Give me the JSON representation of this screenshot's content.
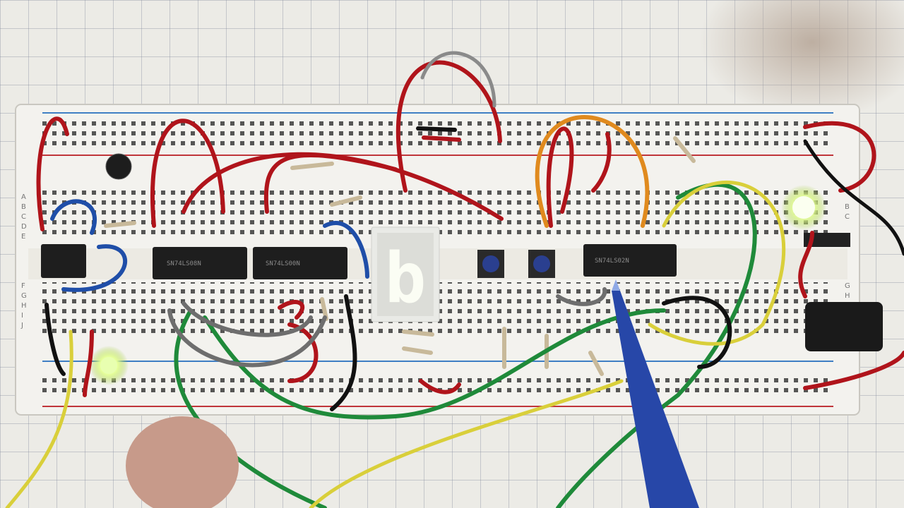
{
  "photo": {
    "chip_markings": [
      "SN74LS08N",
      "SN74LS00N",
      "SN74LS02N"
    ],
    "display_digit": "b",
    "row_letters_left": [
      "A",
      "B",
      "C",
      "D",
      "E",
      "F",
      "G",
      "H",
      "I",
      "J"
    ],
    "row_letters_right": [
      "B",
      "C",
      "G",
      "H"
    ],
    "colors": {
      "breadboard": "#f3f2ee",
      "red_wire": "#b0141b",
      "green_wire": "#1f8a3a",
      "yellow_wire": "#d9cf3a",
      "blue_wire": "#1f4ea8",
      "led_on": "#d9ff6a",
      "display_body": "#e9eae6",
      "display_segment": "#fbfdf4"
    },
    "icons": [
      "breadboard-icon",
      "seven-segment-display-icon",
      "led-icon",
      "pushbutton-icon",
      "pen-icon"
    ]
  }
}
